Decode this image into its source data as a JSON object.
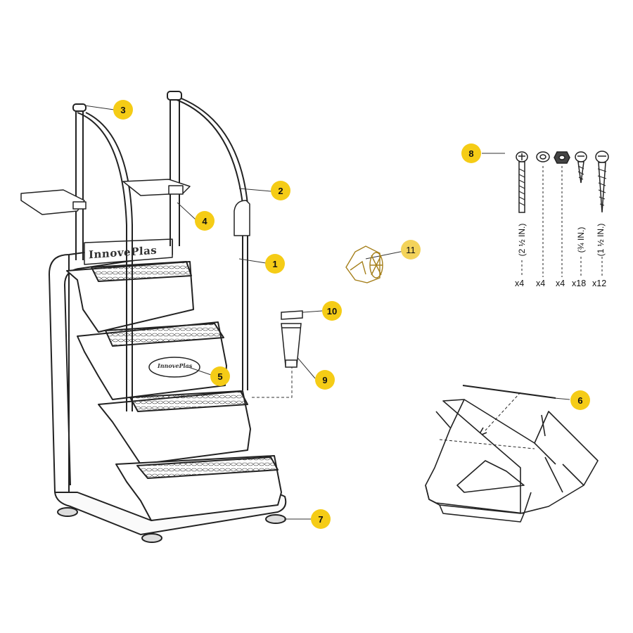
{
  "callouts": {
    "c1": "1",
    "c2": "2",
    "c3": "3",
    "c4": "4",
    "c5": "5",
    "c6": "6",
    "c7": "7",
    "c8": "8",
    "c9": "9",
    "c10": "10",
    "c11": "11"
  },
  "brand": {
    "backplate_logo": "InnovePlas",
    "step_badge": "InnovePlas"
  },
  "hardware": {
    "items": [
      {
        "size": "(2 ½ IN.)",
        "qty": "x4"
      },
      {
        "size": "",
        "qty": "x4"
      },
      {
        "size": "",
        "qty": "x4"
      },
      {
        "size": "(¾ IN.)",
        "qty": "x18"
      },
      {
        "size": "(1 ½ IN.)",
        "qty": "x12"
      }
    ]
  },
  "colors": {
    "callout": "#f5cc16",
    "highlight": "#fae6b0",
    "line": "#222222"
  }
}
